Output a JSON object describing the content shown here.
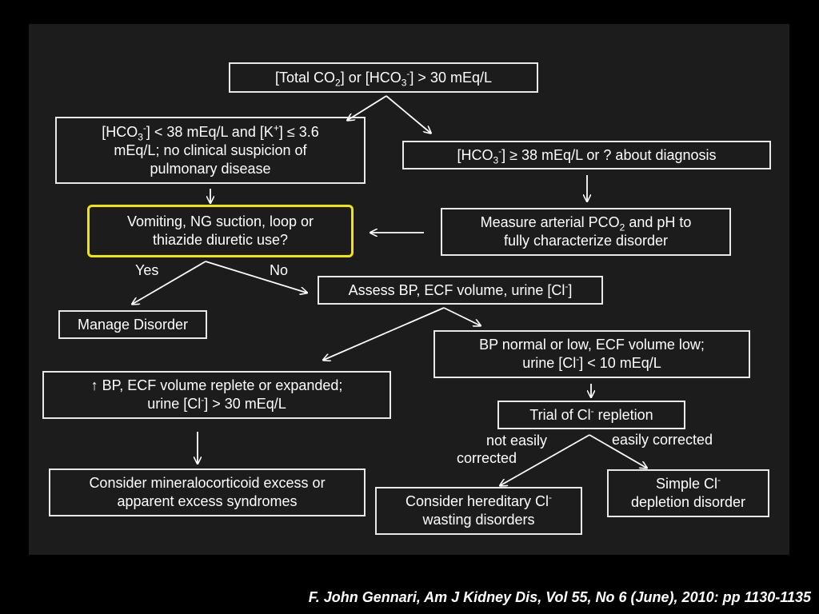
{
  "boxes": {
    "total_co2": {
      "p1": "[Total CO",
      "s1": "2",
      "p2": "] or [HCO",
      "s2": "3",
      "s3": "-",
      "p3": "] > 30 mEq/L"
    },
    "hco3_lt38": {
      "p1": "[HCO",
      "s1": "3",
      "s2": "-",
      "p2": "] < 38 mEq/L and [K",
      "s3": "+",
      "p3": "] ≤ 3.6",
      "l2": "mEq/L; no clinical suspicion of",
      "l3": "pulmonary disease"
    },
    "hco3_ge38": {
      "p1": "[HCO",
      "s1": "3",
      "s2": "-",
      "p2": "] ≥ 38 mEq/L or ? about diagnosis"
    },
    "vomiting": {
      "l1": "Vomiting, NG suction, loop or",
      "l2": "thiazide diuretic use?"
    },
    "measure_pco2": {
      "p1": "Measure arterial PCO",
      "s1": "2",
      "p2": " and pH to",
      "l2": "fully characterize disorder"
    },
    "assess_bp": {
      "p1": "Assess BP, ECF volume, urine [Cl",
      "s1": "-",
      "p2": "]"
    },
    "manage": {
      "text": "Manage Disorder"
    },
    "bp_low": {
      "l1": "BP normal or low, ECF volume low;",
      "p1": "urine [Cl",
      "s1": "-",
      "p2": "] < 10 mEq/L"
    },
    "bp_high": {
      "l1": "↑ BP, ECF volume replete or expanded;",
      "p1": "urine [Cl",
      "s1": "-",
      "p2": "] > 30 mEq/L"
    },
    "trial_cl": {
      "p1": "Trial of Cl",
      "s1": "-",
      "p2": " repletion"
    },
    "mineralocorticoid": {
      "l1": "Consider mineralocorticoid excess or",
      "l2": "apparent excess syndromes"
    },
    "hereditary": {
      "p1": "Consider hereditary Cl",
      "s1": "-",
      "l2": "wasting disorders"
    },
    "simple_cl": {
      "p1": "Simple Cl",
      "s1": "-",
      "l2": "depletion disorder"
    }
  },
  "labels": {
    "yes": "Yes",
    "no": "No",
    "not_easily_1": "not easily",
    "not_easily_2": "corrected",
    "easily": "easily corrected"
  },
  "citation": "F. John Gennari, Am J Kidney Dis, Vol 55, No 6 (June), 2010: pp 1130-1135",
  "colors": {
    "background": "#000000",
    "panel": "#1c1c1c",
    "highlight": "#f2e600",
    "line": "#ffffff"
  }
}
